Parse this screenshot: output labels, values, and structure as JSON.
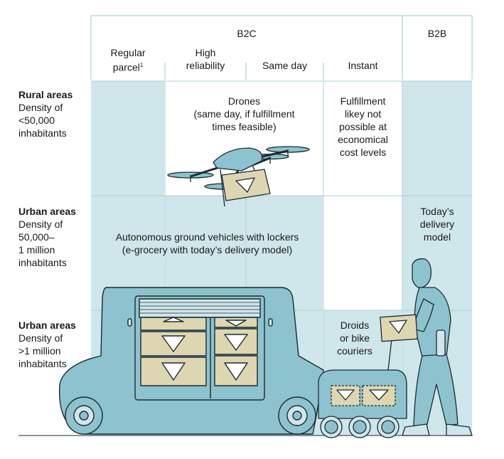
{
  "header": {
    "group_b2c": "B2C",
    "group_b2b": "B2B",
    "columns": [
      {
        "label": "Regular parcel",
        "line1": "Regular",
        "line2": "parcel",
        "footnote": "1"
      },
      {
        "label": "High reliability",
        "line1": "High",
        "line2": "reliability"
      },
      {
        "label": "Same day"
      },
      {
        "label": "Instant"
      }
    ]
  },
  "rows": [
    {
      "title": "Rural areas",
      "desc": [
        "Density of",
        "<50,000",
        "inhabitants"
      ]
    },
    {
      "title": "Urban areas",
      "desc": [
        "Density of",
        "50,000–",
        "1 million",
        "inhabitants"
      ]
    },
    {
      "title": "Urban areas",
      "desc": [
        "Density of",
        ">1 million",
        "inhabitants"
      ]
    }
  ],
  "cells": {
    "drones": [
      "Drones",
      "(same day, if fulfillment",
      "times feasible)"
    ],
    "fulfillment": [
      "Fulfillment",
      "likey not",
      "possible at",
      "economical",
      "cost levels"
    ],
    "todays_model": [
      "Today’s",
      "delivery",
      "model"
    ],
    "agv": [
      "Autonomous ground vehicles with lockers",
      "(e-grocery with today’s delivery model)"
    ],
    "droids": [
      "Droids",
      "or bike",
      "couriers"
    ]
  },
  "colors": {
    "fill": "#cfe6ea",
    "grid": "#a9d2d9",
    "vehicle": "#8dc3cf",
    "outline": "#1b2b30",
    "box": "#ddd6b0"
  },
  "icons": [
    "drone-icon",
    "autonomous-vehicle-icon",
    "delivery-robot-icon",
    "delivery-person-icon"
  ]
}
